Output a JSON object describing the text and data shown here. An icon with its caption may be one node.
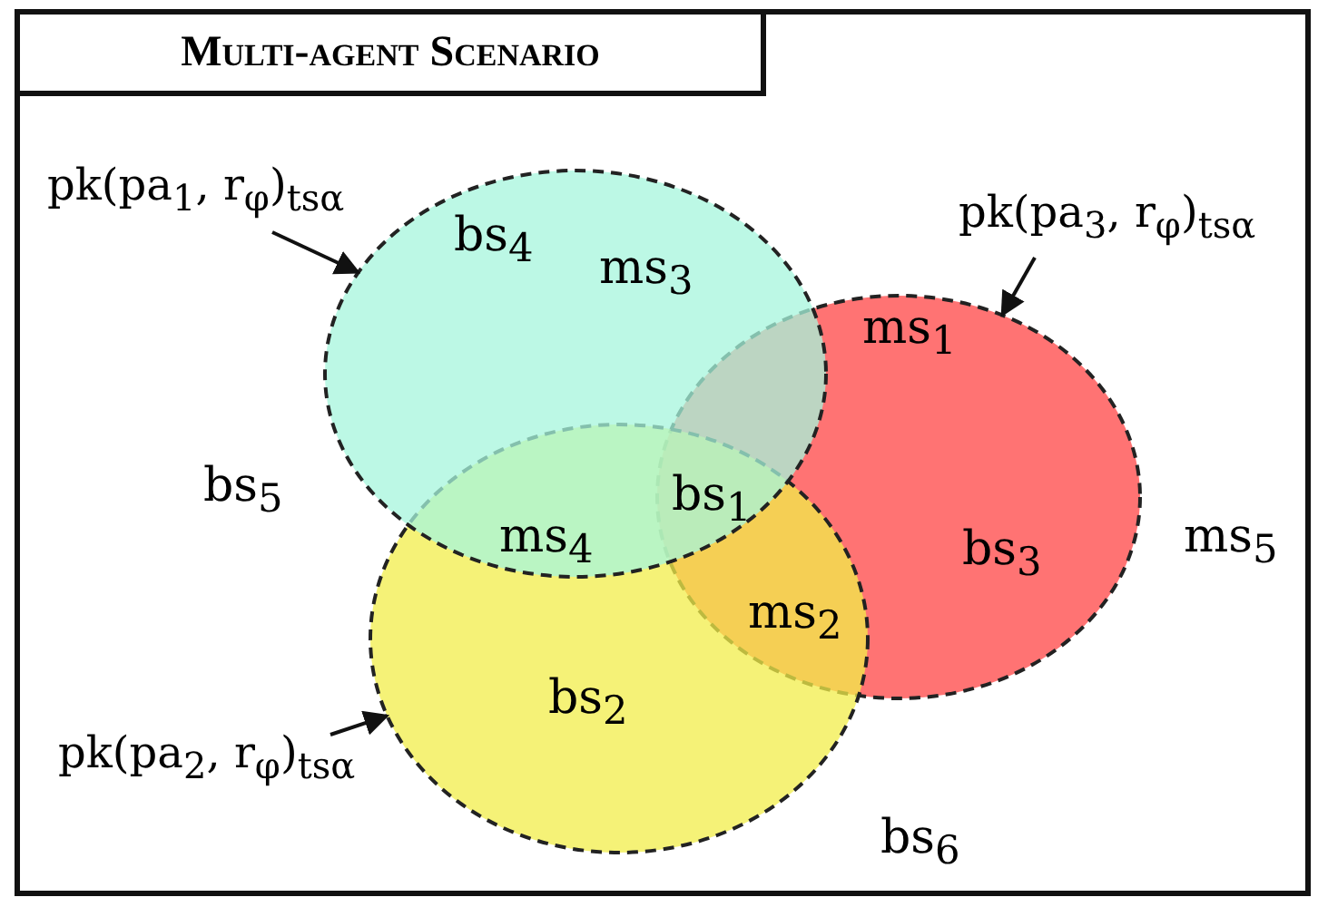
{
  "diagram": {
    "title": "Multi-agent Scenario",
    "nodes": [
      {
        "text": [
          "pk(pa$_{1}$, r$_{φ}$)$_{tsα}$"
        ]
      },
      {
        "text": [],
        "shape": "ellipse"
      },
      {
        "text": [
          "pk(pa$_{3}$, r$_{φ}$)$_{tsα}$"
        ]
      },
      {
        "text": [],
        "shape": "ellipse"
      },
      {
        "text": [],
        "shape": "ellipse"
      },
      {
        "text": [
          "pk(pa$_{2}$, r$_{φ}$)$_{tsα}$"
        ]
      }
    ],
    "edges": [
      {
        "from": 0,
        "to": 1,
        "arrow": "to"
      },
      {
        "from": 2,
        "to": 3,
        "arrow": "to"
      },
      {
        "from": 5,
        "to": 4,
        "arrow": "to"
      }
    ],
    "labels": [
      "bs$_{4}$",
      "ms$_{3}$",
      "ms$_{1}$",
      "bs$_{5}$",
      "bs$_{1}$",
      "ms$_{4}$",
      "bs$_{3}$",
      "ms$_{5}$",
      "ms$_{2}$",
      "bs$_{2}$",
      "bs$_{6}$"
    ]
  }
}
